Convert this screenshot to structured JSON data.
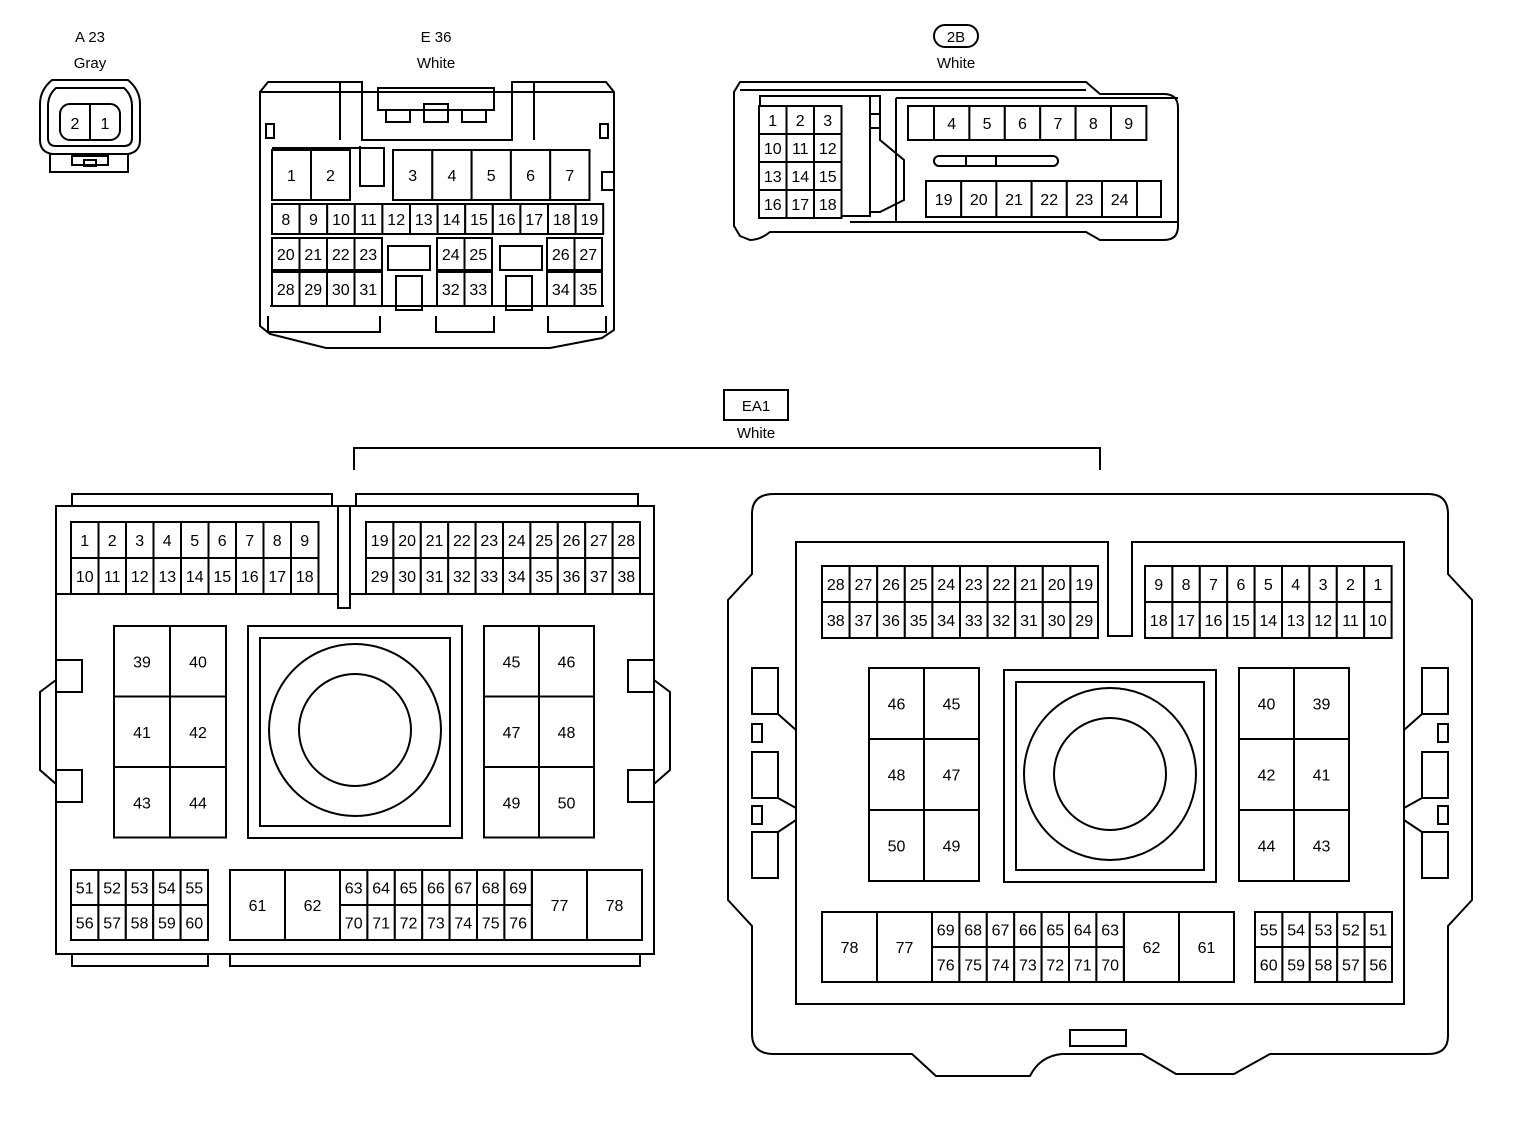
{
  "connectors": {
    "a23": {
      "id": "A 23",
      "color": "Gray",
      "pins": [
        "2",
        "1"
      ]
    },
    "e36": {
      "id": "E 36",
      "color": "White",
      "row1": [
        "1",
        "2",
        "3",
        "4",
        "5",
        "6",
        "7"
      ],
      "row2": [
        "8",
        "9",
        "10",
        "11",
        "12",
        "13",
        "14",
        "15",
        "16",
        "17",
        "18",
        "19"
      ],
      "row3": [
        "20",
        "21",
        "22",
        "23",
        "24",
        "25",
        "26",
        "27"
      ],
      "row4": [
        "28",
        "29",
        "30",
        "31",
        "32",
        "33",
        "34",
        "35"
      ]
    },
    "c2b": {
      "id": "2B",
      "color": "White",
      "left_block": [
        [
          "1",
          "2",
          "3"
        ],
        [
          "10",
          "11",
          "12"
        ],
        [
          "13",
          "14",
          "15"
        ],
        [
          "16",
          "17",
          "18"
        ]
      ],
      "top_row": [
        "4",
        "5",
        "6",
        "7",
        "8",
        "9"
      ],
      "bottom_row": [
        "19",
        "20",
        "21",
        "22",
        "23",
        "24"
      ]
    },
    "ea1": {
      "id": "EA1",
      "color": "White",
      "left_view": {
        "top_left": [
          [
            "1",
            "2",
            "3",
            "4",
            "5",
            "6",
            "7",
            "8",
            "9"
          ],
          [
            "10",
            "11",
            "12",
            "13",
            "14",
            "15",
            "16",
            "17",
            "18"
          ]
        ],
        "top_right": [
          [
            "19",
            "20",
            "21",
            "22",
            "23",
            "24",
            "25",
            "26",
            "27",
            "28"
          ],
          [
            "29",
            "30",
            "31",
            "32",
            "33",
            "34",
            "35",
            "36",
            "37",
            "38"
          ]
        ],
        "big_left": [
          [
            "39",
            "40"
          ],
          [
            "41",
            "42"
          ],
          [
            "43",
            "44"
          ]
        ],
        "big_right": [
          [
            "45",
            "46"
          ],
          [
            "47",
            "48"
          ],
          [
            "49",
            "50"
          ]
        ],
        "bottom_small": [
          [
            "51",
            "52",
            "53",
            "54",
            "55"
          ],
          [
            "56",
            "57",
            "58",
            "59",
            "60"
          ]
        ],
        "bottom_big_left": [
          "61",
          "62"
        ],
        "bottom_mid": [
          [
            "63",
            "64",
            "65",
            "66",
            "67",
            "68",
            "69"
          ],
          [
            "70",
            "71",
            "72",
            "73",
            "74",
            "75",
            "76"
          ]
        ],
        "bottom_big_right": [
          "77",
          "78"
        ]
      },
      "right_view": {
        "top_left": [
          [
            "28",
            "27",
            "26",
            "25",
            "24",
            "23",
            "22",
            "21",
            "20",
            "19"
          ],
          [
            "38",
            "37",
            "36",
            "35",
            "34",
            "33",
            "32",
            "31",
            "30",
            "29"
          ]
        ],
        "top_right": [
          [
            "9",
            "8",
            "7",
            "6",
            "5",
            "4",
            "3",
            "2",
            "1"
          ],
          [
            "18",
            "17",
            "16",
            "15",
            "14",
            "13",
            "12",
            "11",
            "10"
          ]
        ],
        "big_left": [
          [
            "46",
            "45"
          ],
          [
            "48",
            "47"
          ],
          [
            "50",
            "49"
          ]
        ],
        "big_right": [
          [
            "40",
            "39"
          ],
          [
            "42",
            "41"
          ],
          [
            "44",
            "43"
          ]
        ],
        "bottom_big_left": [
          "78",
          "77"
        ],
        "bottom_mid": [
          [
            "69",
            "68",
            "67",
            "66",
            "65",
            "64",
            "63"
          ],
          [
            "76",
            "75",
            "74",
            "73",
            "72",
            "71",
            "70"
          ]
        ],
        "bottom_big_right": [
          "62",
          "61"
        ],
        "bottom_small": [
          [
            "55",
            "54",
            "53",
            "52",
            "51"
          ],
          [
            "60",
            "59",
            "58",
            "57",
            "56"
          ]
        ]
      }
    }
  }
}
